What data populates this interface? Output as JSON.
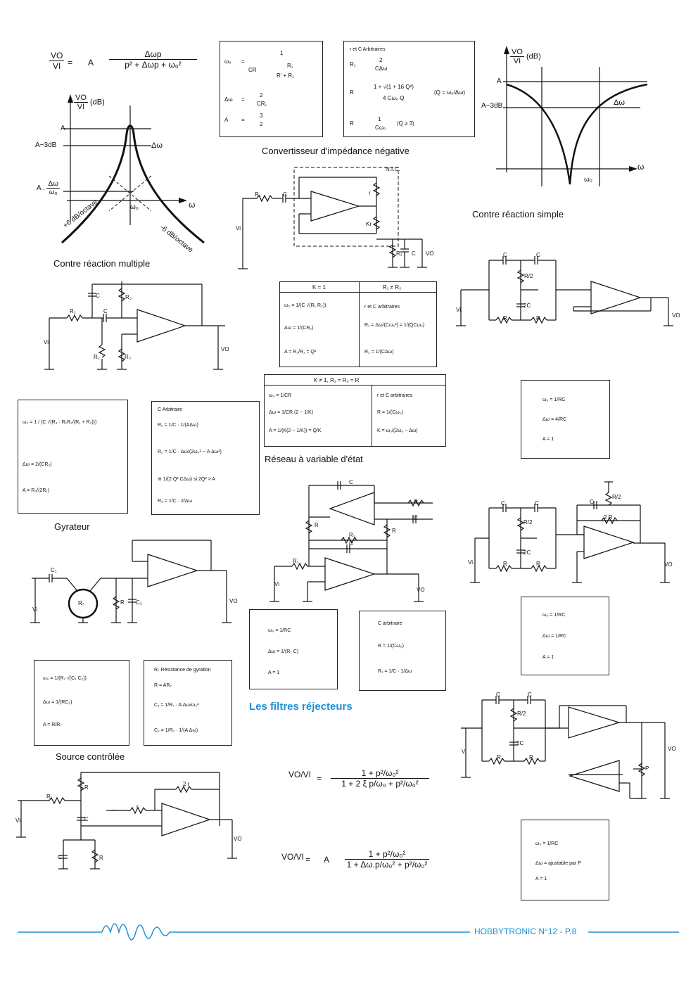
{
  "top_formula": {
    "lhs_num": "VO",
    "lhs_den": "VI",
    "eq": "=",
    "a": "A",
    "num": "Δωp",
    "den": "p² + Δωp + ω₀²"
  },
  "graph_left": {
    "y_label": "VO",
    "y_den": "VI",
    "db": "(dB)",
    "a": "A",
    "a3db": "A−3dB",
    "dw": "Δω",
    "a_dw": "A .",
    "dw_num": "Δω",
    "dw_den": "ω₀",
    "w0": "ω₀",
    "w": "ω",
    "slope_left": "+6 dB/octave",
    "slope_right": "-6 dB/octave",
    "caption": "Contre réaction multiple"
  },
  "box_nic_left": {
    "w0": "ω₀",
    "eq": "=",
    "num1": "1",
    "cr": "CR",
    "r1": "R₁",
    "rr1": "R' + R₁",
    "dw": "Δω",
    "eq2": "=",
    "dwn": "2",
    "dwd": "CR₁",
    "a": "A",
    "eq3": "=",
    "an": "3",
    "ad": "2"
  },
  "box_nic_right": {
    "head": "r et C Arbitraires",
    "r1": "R₁",
    "r1n": "2",
    "r1d": "CΔω",
    "r": "R",
    "rn": "1 + √(1 + 16 Q²)",
    "rd": "4 Cω₀ Q",
    "q": "(Q = ω₀/Δω)",
    "r2": "R",
    "r2n": "1",
    "r2d": "Cω₀",
    "r2c": "(Q ≥ 3)"
  },
  "nic_caption": "Convertisseur d'impédance négative",
  "nic_label": "N.I.C.",
  "graph_right": {
    "y_label": "VO",
    "y_den": "VI",
    "db": "(dB)",
    "a": "A",
    "a3db": "A−3dB",
    "dw": "Δω",
    "w0": "ω₀",
    "w": "ω",
    "caption": "Contre réaction simple"
  },
  "circuit_labels": {
    "r1": "R₁",
    "c": "C",
    "r": "r",
    "kr": "Kr",
    "r2": "R₂",
    "vi": "Vi",
    "vo": "VO",
    "r3": "R₃",
    "r2b": "R₂",
    "r_half": "R/2",
    "c2": "2C",
    "r_": "R",
    "r7": "R₇",
    "c1": "C₁",
    "c2b": "C₂",
    "two_r": "2 R",
    "two_rs": "2 r",
    "p": "P"
  },
  "box_mfb": {
    "k_head": "K = 1",
    "r_head": "R₁ ≠ R₂",
    "w0": "ω₀ = 1/(C √(R₁ R₂))",
    "dw": "Δω = 1/(CR₂)",
    "a": "A = R₂/R₁ = Q²",
    "rc": "r et C arbitraires",
    "r1": "R₁ = Δω/(Cω₀²) = 1/(QCω₀)",
    "r2": "R₂ = 1/(CΔω)"
  },
  "box_sv": {
    "head": "K ≠ 1,   R₁ = R₂ = R",
    "w0": "ω₀ = 1/CR",
    "dw": "Δω = 1/CR (2 − 1/K)",
    "a": "A = 1/(K(2 − 1/K)) = Q/K",
    "rc": "r et C arbitraires",
    "r": "R = 1/(Cω₀)",
    "k": "K = ω₀/(2ω₀ − Δω)"
  },
  "sv_caption": "Réseau à variable d'état",
  "box_simple": {
    "w0": "ω₀ = 1/RC",
    "dw": "Δω = 4/RC",
    "a": "A = 1"
  },
  "box_gyr_left": {
    "w0": "ω₀ = 1 / (C √(R₃ · R₁R₂/(R₁ + R₂)))",
    "dw": "Δω = 2/(CR₃)",
    "a": "A = R₃/(2R₁)"
  },
  "box_gyr_right": {
    "head": "C   Arbitraire",
    "r1": "R₁ = 1/C · 1/(AΔω)",
    "r2": "R₂ = 1/C · Δω/(2ω₀² − A Δω²)",
    "approx": "≅ 1/(2 Q² CΔω)   si  2Q² > A",
    "r3": "R₃ = 1/C · 2/Δω"
  },
  "gyr_caption": "Gyrateur",
  "box_sv2_left": {
    "w0": "ω₀ = 1/RC",
    "dw": "Δω = 1/(R₁ C)",
    "a": "A = 1"
  },
  "box_sv2_right": {
    "head": "C arbitraire",
    "r": "R = 1/(Cω₀)",
    "r1": "R₁ = 1/C · 1/Δω"
  },
  "box_sc_left": {
    "w0": "ω₀ = 1/(R₇ √(C₁ C₂))",
    "dw": "Δω = 1/(RC₂)",
    "a": "A = R/R₇"
  },
  "box_sc_right": {
    "head": "R₇  Résistance de gyration",
    "r": "R = AR₇",
    "c1": "C₁ = 1/R₇ · A Δω/ω₀²",
    "c2": "C₂ = 1/R₇ · 1/(A Δω)"
  },
  "sc_caption": "Source contrôlée",
  "reject_title": "Les filtres réjecteurs",
  "box_tt2": {
    "w0": "ω₀ = 1/RC",
    "dw": "Δω = 1/RC",
    "a": "A = 1"
  },
  "box_tt3": {
    "w0": "ω₀ = 1/RC",
    "dw": "Δω = ajustable par P",
    "a": "A = 1"
  },
  "reject_formula1": {
    "lhs": "VO/VI",
    "eq": "=",
    "num": "1 + p²/ω₀²",
    "den": "1 + 2 ξ p/ω₀ + p²/ω₀²"
  },
  "reject_formula2": {
    "lhs": "VO/VI",
    "eq": "=",
    "a": "A",
    "num": "1 + p²/ω₀²",
    "den": "1 + Δω.p/ω₀² + p²/ω₀²"
  },
  "footer": "HOBBYTRONIC N°12 - P.8",
  "colors": {
    "accent": "#1e90d6"
  }
}
